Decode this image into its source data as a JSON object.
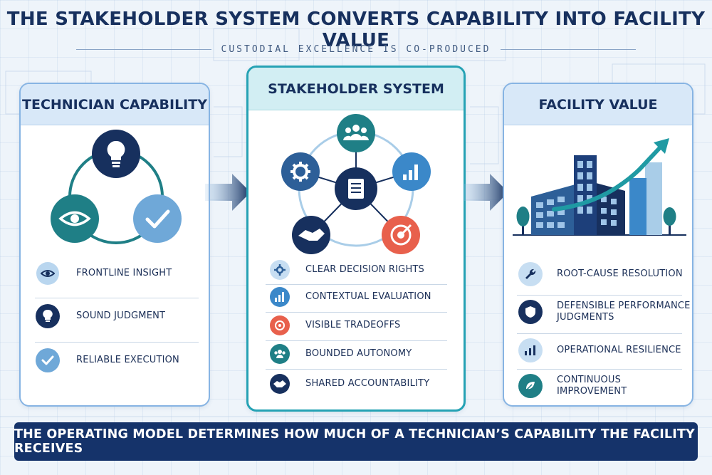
{
  "header": {
    "title": "THE STAKEHOLDER SYSTEM CONVERTS CAPABILITY INTO FACILITY VALUE",
    "subtitle": "CUSTODIAL EXCELLENCE IS CO-PRODUCED"
  },
  "panels": {
    "left": {
      "title": "TECHNICIAN CAPABILITY",
      "items": [
        {
          "label": "FRONTLINE INSIGHT",
          "icon": "eye-icon"
        },
        {
          "label": "SOUND JUDGMENT",
          "icon": "lightbulb-icon"
        },
        {
          "label": "RELIABLE EXECUTION",
          "icon": "checkmark-icon"
        }
      ]
    },
    "middle": {
      "title": "STAKEHOLDER SYSTEM",
      "items": [
        {
          "label": "CLEAR DECISION RIGHTS",
          "icon": "gear-icon"
        },
        {
          "label": "CONTEXTUAL EVALUATION",
          "icon": "bar-chart-icon"
        },
        {
          "label": "VISIBLE TRADEOFFS",
          "icon": "target-icon"
        },
        {
          "label": "BOUNDED AUTONOMY",
          "icon": "people-icon"
        },
        {
          "label": "SHARED ACCOUNTABILITY",
          "icon": "handshake-icon"
        }
      ]
    },
    "right": {
      "title": "FACILITY VALUE",
      "items": [
        {
          "label": "ROOT-CAUSE RESOLUTION",
          "icon": "wrench-icon"
        },
        {
          "label": "DEFENSIBLE PERFORMANCE JUDGMENTS",
          "label_line1": "DEFENSIBLE PERFORMANCE",
          "label_line2": "JUDGMENTS",
          "icon": "shield-icon"
        },
        {
          "label": "OPERATIONAL RESILIENCE",
          "icon": "bar-chart-icon"
        },
        {
          "label": "CONTINUOUS IMPROVEMENT",
          "icon": "leaf-icon"
        }
      ]
    }
  },
  "footer": {
    "text": "THE OPERATING MODEL DETERMINES HOW MUCH OF A TECHNICIAN’S CAPABILITY THE FACILITY RECEIVES"
  },
  "colors": {
    "navy": "#17305e",
    "teal": "#1f7f86",
    "light_blue": "#6fa8d8",
    "coral": "#e8604c",
    "panel_border": "#87b4e3",
    "mid_border": "#25a2b4"
  }
}
